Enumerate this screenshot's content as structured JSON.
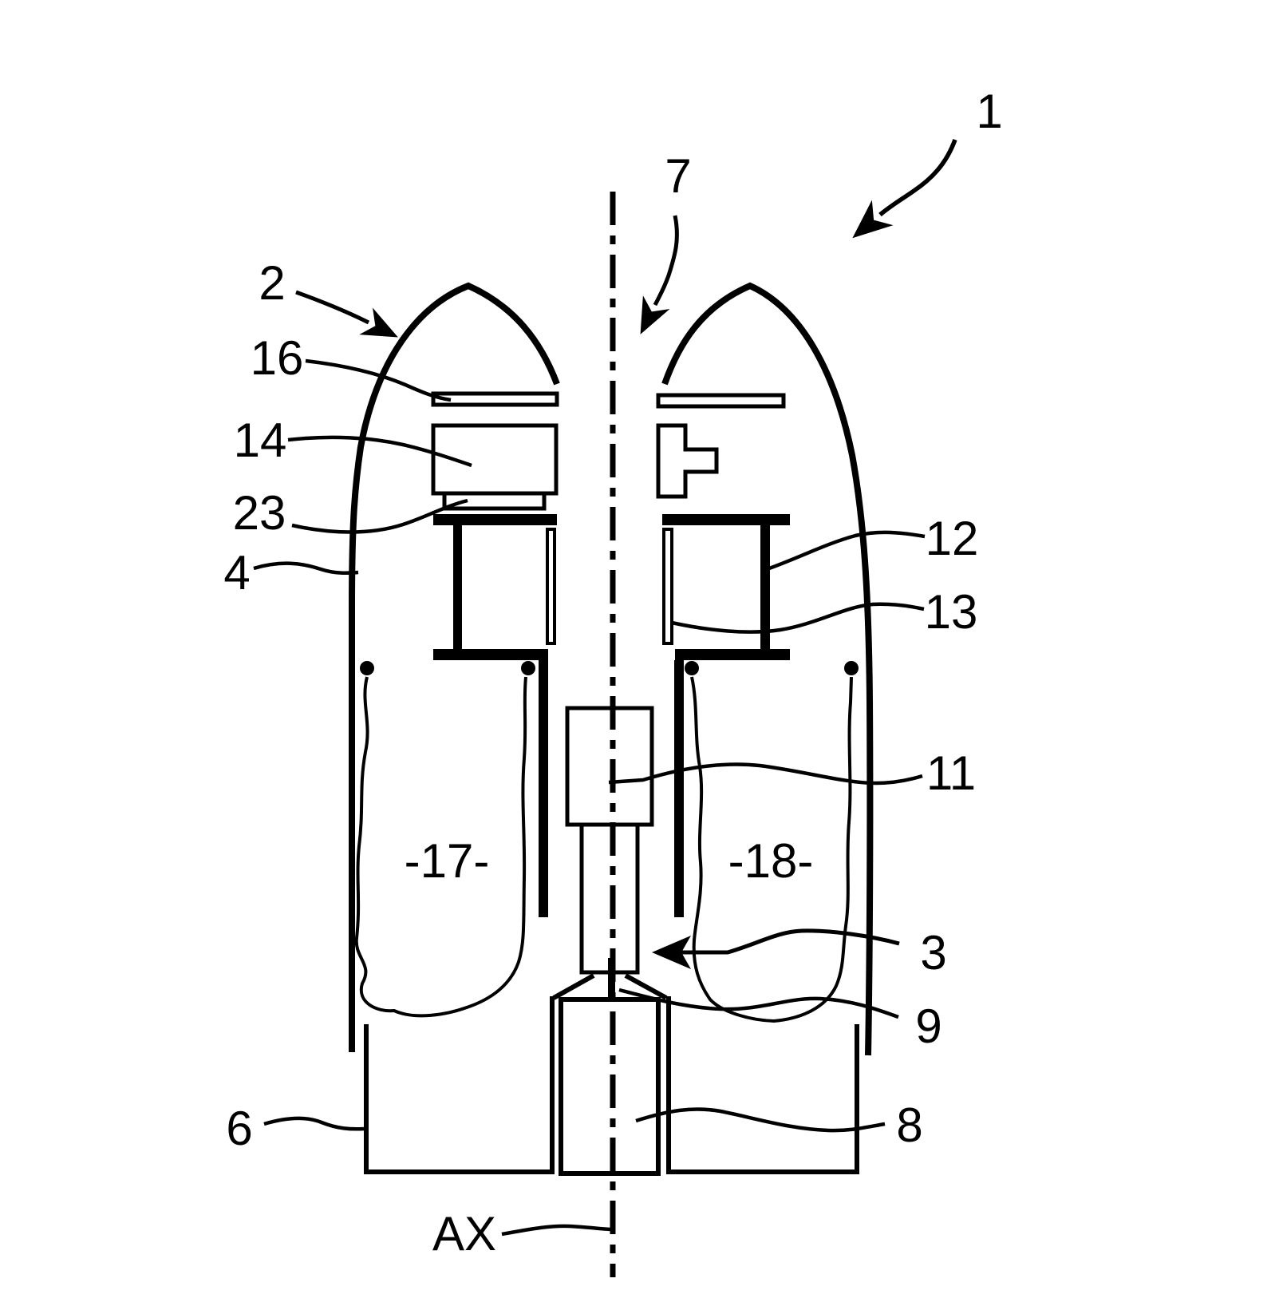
{
  "figure": {
    "reference_labels": {
      "r1": "1",
      "r2": "2",
      "r3": "3",
      "r4": "4",
      "r6": "6",
      "r7": "7",
      "r8": "8",
      "r9": "9",
      "r11": "11",
      "r12": "12",
      "r13": "13",
      "r14": "14",
      "r16": "16",
      "r23": "23",
      "compartment_left": "-17-",
      "compartment_right": "-18-",
      "axis": "AX"
    },
    "colors": {
      "ink": "#000000",
      "background": "#ffffff"
    }
  }
}
